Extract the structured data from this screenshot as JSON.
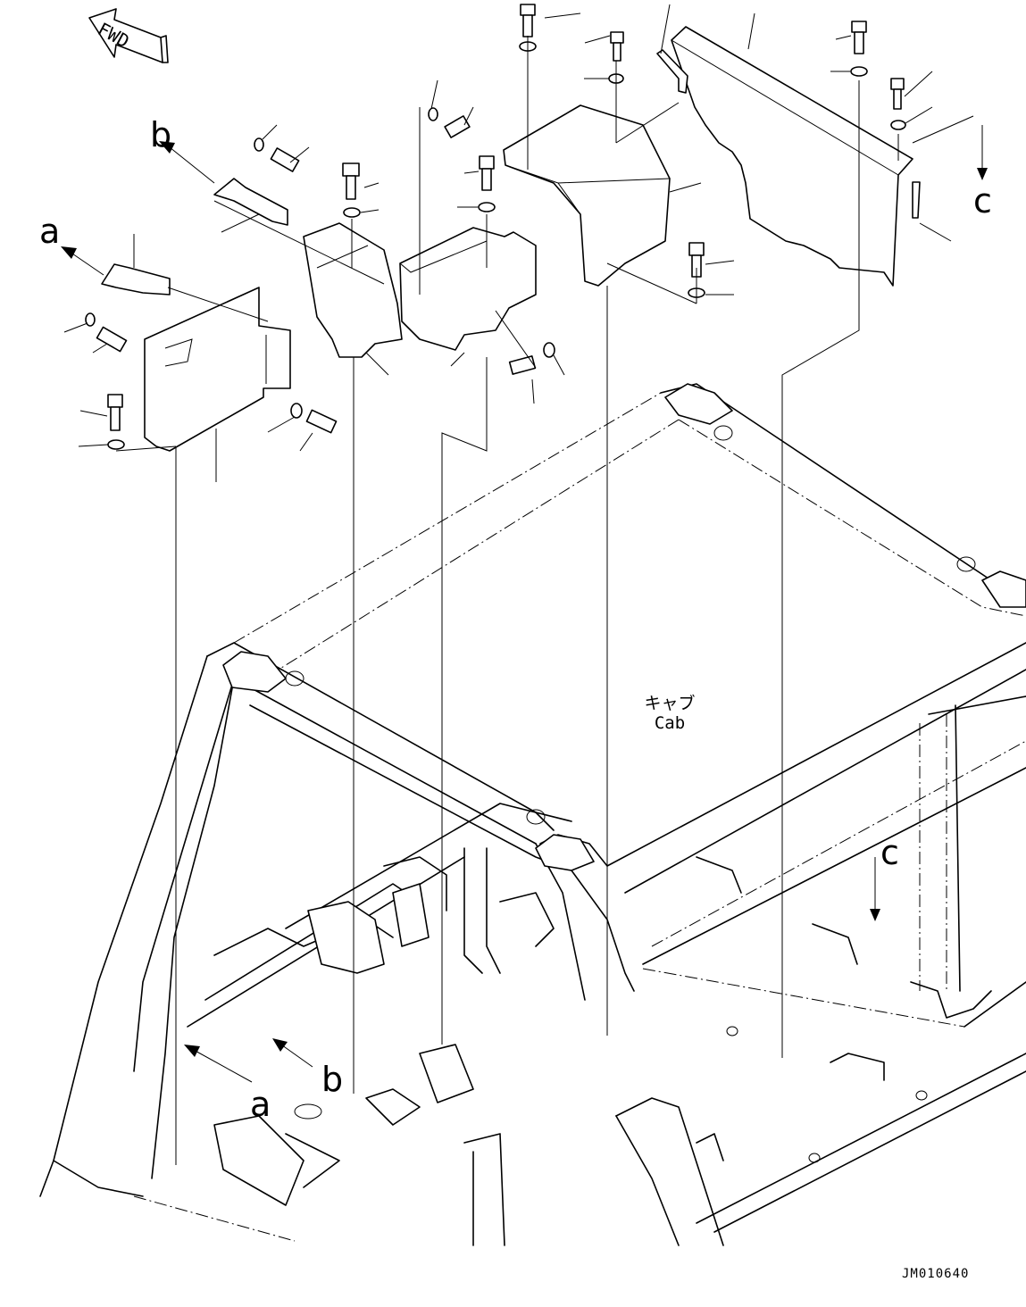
{
  "diagram": {
    "fwd_label": "FWD",
    "callouts": {
      "a_upper": "a",
      "b_upper": "b",
      "c_upper": "c",
      "a_lower": "a",
      "b_lower": "b",
      "c_lower": "c"
    },
    "cab_label_jp": "キャブ",
    "cab_label_en": "Cab",
    "drawing_code": "JM010640"
  }
}
